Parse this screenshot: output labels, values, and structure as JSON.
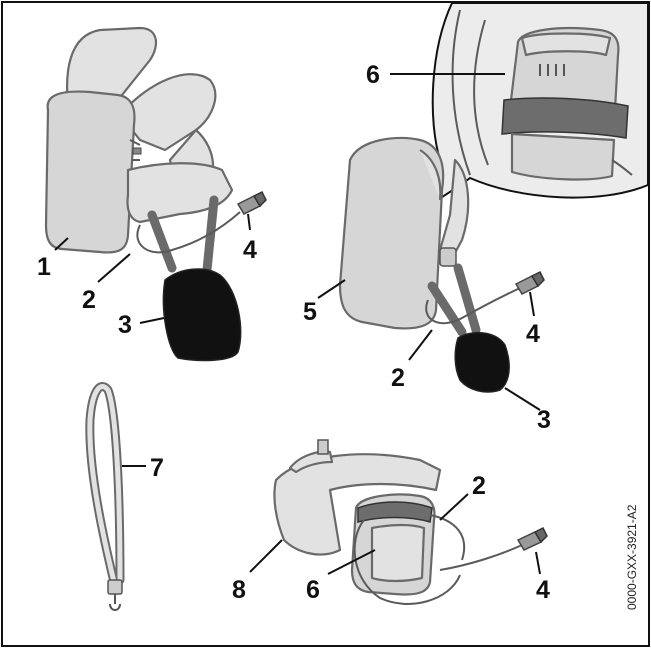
{
  "figure": {
    "code": "0000-GXX-3921-A2",
    "callouts": {
      "c1": "1",
      "c2a": "2",
      "c3a": "3",
      "c4a": "4",
      "c5": "5",
      "c6a": "6",
      "c2b": "2",
      "c4b": "4",
      "c3b": "3",
      "c7": "7",
      "c2c": "2",
      "c8": "8",
      "c6b": "6",
      "c4c": "4"
    }
  }
}
